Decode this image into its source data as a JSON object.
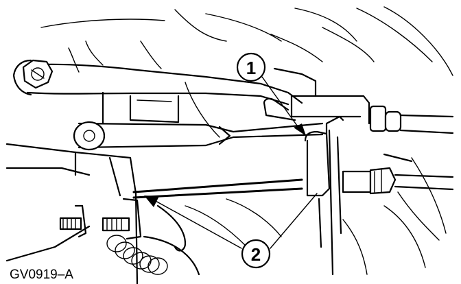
{
  "figure_id": "GV0919–A",
  "callouts": [
    {
      "number": "1"
    },
    {
      "number": "2"
    }
  ]
}
